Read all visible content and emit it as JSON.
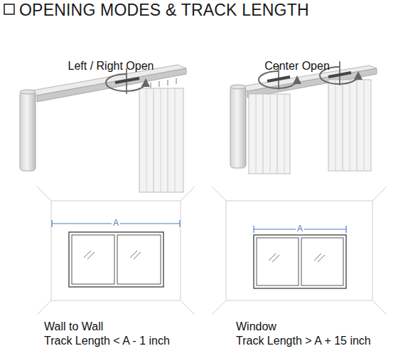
{
  "diagram": {
    "title": "OPENING MODES & TRACK LENGTH",
    "labels": [
      "Left / Right Open",
      "Center Open",
      "A",
      "A",
      "Wall to Wall",
      "Track Length < A - 1 inch",
      "Window",
      "Track Length > A + 15 inch"
    ]
  }
}
